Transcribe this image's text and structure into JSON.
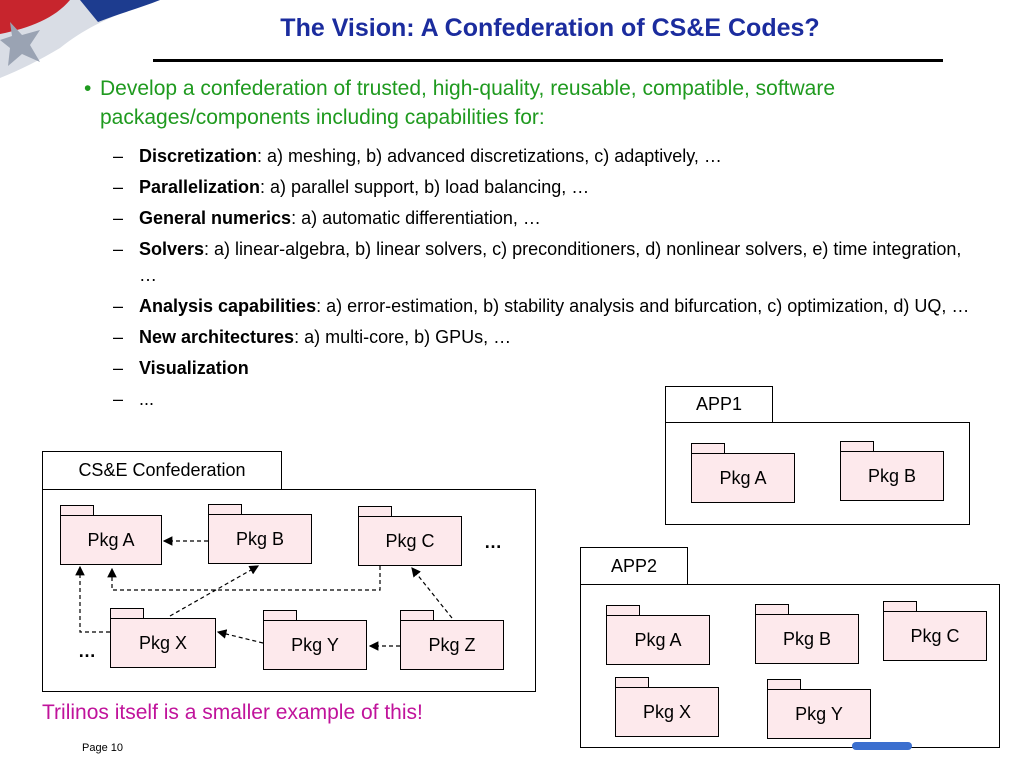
{
  "slide": {
    "title": "The Vision: A Confederation of CS&E Codes?",
    "bullet": "Develop a confederation of trusted, high-quality, reusable, compatible, software packages/components including capabilities for:",
    "subitems": [
      {
        "term": "Discretization",
        "rest": ": a) meshing, b) advanced discretizations, c) adaptively, …"
      },
      {
        "term": "Parallelization",
        "rest": ": a) parallel support, b) load balancing, …"
      },
      {
        "term": "General numerics",
        "rest": ": a) automatic differentiation, …"
      },
      {
        "term": "Solvers",
        "rest": ": a) linear-algebra, b) linear solvers, c) preconditioners, d) nonlinear solvers, e) time integration, …"
      },
      {
        "term": "Analysis capabilities",
        "rest": ": a) error-estimation, b) stability analysis and bifurcation, c) optimization, d) UQ, …"
      },
      {
        "term": "New architectures",
        "rest": ": a) multi-core, b) GPUs, …"
      },
      {
        "term": "Visualization",
        "rest": ""
      },
      {
        "term": "",
        "rest": "..."
      }
    ],
    "note": "Trilinos itself  is a smaller example of this!",
    "page": "Page 10"
  },
  "diagram": {
    "confed": {
      "label": "CS&E Confederation",
      "pkgs": [
        "Pkg A",
        "Pkg B",
        "Pkg C",
        "Pkg X",
        "Pkg Y",
        "Pkg Z"
      ],
      "ellipsis_right": "…",
      "ellipsis_left": "…"
    },
    "app1": {
      "label": "APP1",
      "pkgs": [
        "Pkg A",
        "Pkg B"
      ]
    },
    "app2": {
      "label": "APP2",
      "pkgs": [
        "Pkg A",
        "Pkg B",
        "Pkg C",
        "Pkg X",
        "Pkg Y"
      ]
    }
  },
  "colors": {
    "title": "#1b2c9e",
    "bullet": "#1f9a1f",
    "note": "#c0139b",
    "package_fill": "#fde9ec"
  },
  "icons": {
    "header_decoration": "flag-star-logo",
    "footer_logo": "institution-logo"
  }
}
